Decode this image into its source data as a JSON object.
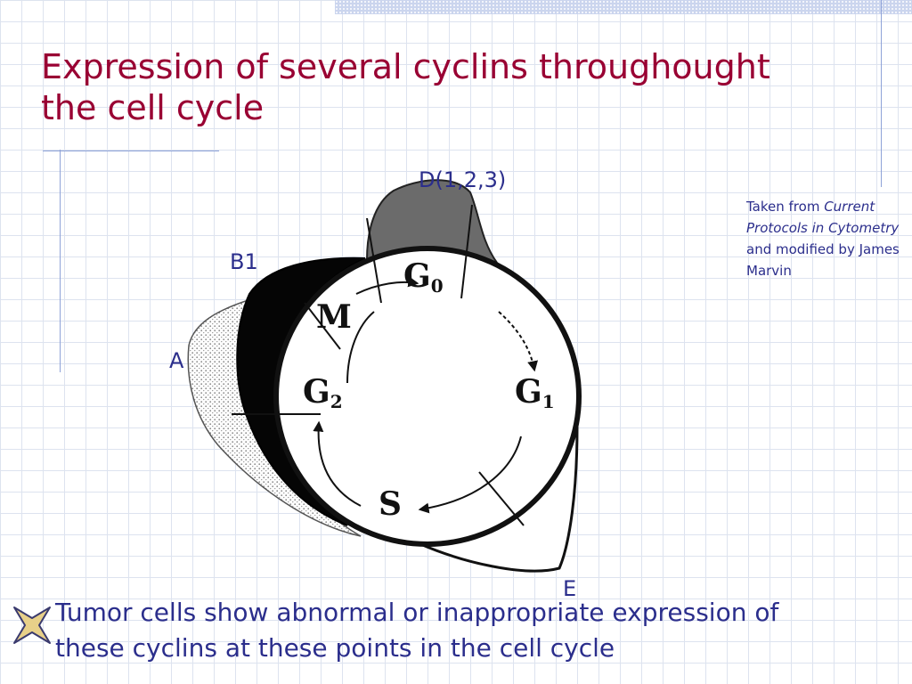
{
  "slide": {
    "title_line1": "Expression of several cyclins throughought",
    "title_line2": "the cell cycle"
  },
  "credit": {
    "prefix": "Taken from ",
    "source": "Current Protocols in Cytometry",
    "suffix": " and modified by James Marvin"
  },
  "diagram": {
    "cyclin_labels": {
      "d": "D(1,2,3)",
      "b1": "B1",
      "a": "A",
      "e": "E"
    },
    "phases": {
      "g0_main": "G",
      "g0_sub": "0",
      "m": "M",
      "g2_main": "G",
      "g2_sub": "2",
      "g1_main": "G",
      "g1_sub": "1",
      "s": "S"
    }
  },
  "bullet": {
    "text_line1": "Tumor cells show abnormal or inappropriate expression of",
    "text_line2": "these cyclins at these points in the cell cycle"
  },
  "colors": {
    "title": "#990033",
    "text": "#2b2e8c",
    "grid": "#dde3ef",
    "accent_line": "#8ea2d8",
    "bullet_fill": "#e8d089"
  }
}
